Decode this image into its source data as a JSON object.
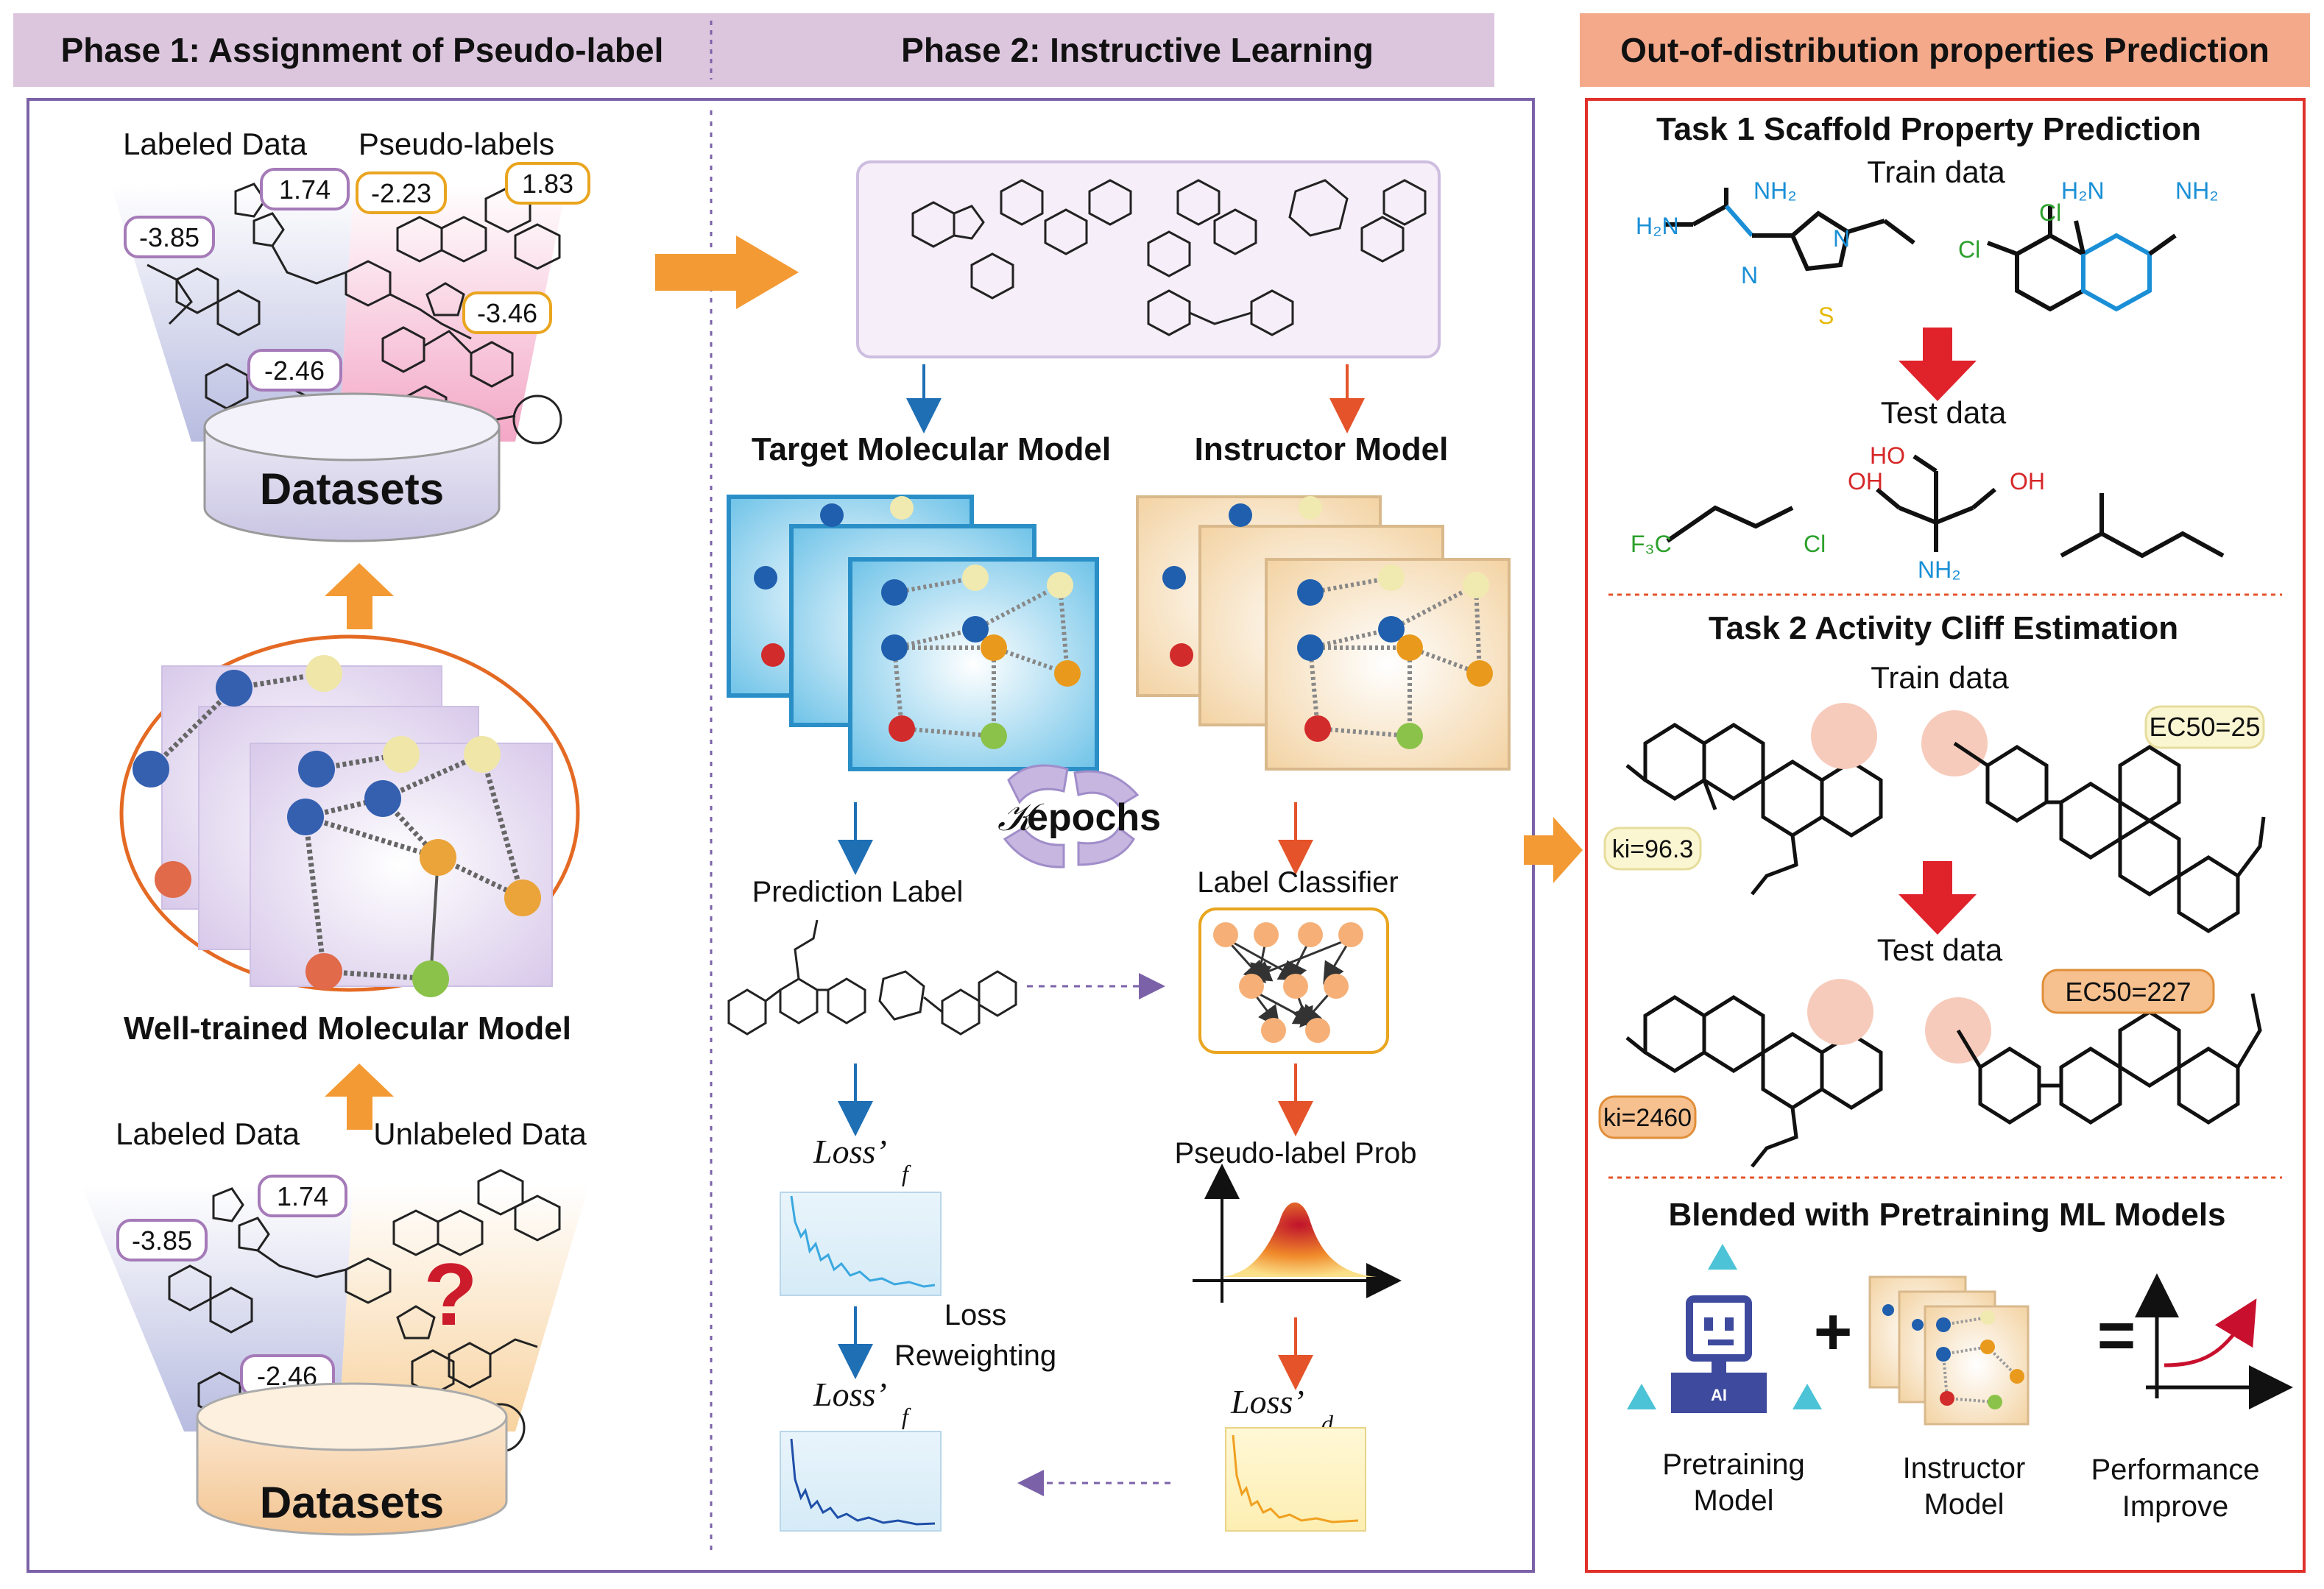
{
  "header": {
    "phase1": "Phase 1: Assignment of Pseudo-label",
    "phase2": "Phase 2: Instructive Learning",
    "ood": "Out-of-distribution properties Prediction"
  },
  "phase1": {
    "top": {
      "labeled_title": "Labeled Data",
      "pseudo_title": "Pseudo-labels",
      "labels": [
        "-3.85",
        "1.74",
        "-2.46"
      ],
      "pseudo_values": [
        "-2.23",
        "1.83",
        "-3.46"
      ],
      "datasets": "Datasets"
    },
    "model_caption": "Well-trained Molecular Model",
    "bottom": {
      "labeled_title": "Labeled Data",
      "unlabeled_title": "Unlabeled Data",
      "labels": [
        "-3.85",
        "1.74",
        "-2.46"
      ],
      "question": "?",
      "datasets": "Datasets"
    }
  },
  "phase2": {
    "target_title": "Target Molecular Model",
    "instructor_title": "Instructor Model",
    "epochs_symbol": "𝒦",
    "epochs_label": "epochs",
    "prediction_label": "Prediction Label",
    "label_classifier": "Label Classifier",
    "pseudo_prob": "Pseudo-label Prob",
    "loss_f1": "Loss’",
    "loss_f1_sub": "f",
    "loss_reweighting": [
      "Loss",
      "Reweighting"
    ],
    "loss_f2": "Loss’",
    "loss_f2_sub": "f",
    "loss_d": "Loss’",
    "loss_d_sub": "d"
  },
  "ood": {
    "task1_title": "Task 1 Scaffold Property Prediction",
    "task1_train": "Train data",
    "task1_test": "Test data",
    "atoms": {
      "nh2": "NH₂",
      "h2n": "H₂N",
      "n": "N",
      "s": "S",
      "cl": "Cl",
      "f3c": "F₃C",
      "ho": "HO",
      "oh": "OH"
    },
    "task2_title": "Task 2 Activity Cliff Estimation",
    "task2_train": "Train data",
    "task2_test": "Test data",
    "ki1": "ki=96.3",
    "ec1": "EC50=25",
    "ki2": "ki=2460",
    "ec2": "EC50=227",
    "blend_title": "Blended with Pretraining ML Models",
    "ai_label": "AI",
    "plus": "+",
    "equals": "=",
    "pretraining": [
      "Pretraining",
      "Model"
    ],
    "instructor": [
      "Instructor",
      "Model"
    ],
    "performance": [
      "Performance",
      "Improve"
    ]
  },
  "colors": {
    "phase_header": "#dcc6de",
    "ood_header": "#f4a98a",
    "arrow_orange": "#f39a34",
    "blue_arrow": "#1f6fb5",
    "red_arrow": "#e5532a",
    "purple_frame": "#7b62a8",
    "red_frame": "#e0312b",
    "down_red": "#e0222b"
  }
}
